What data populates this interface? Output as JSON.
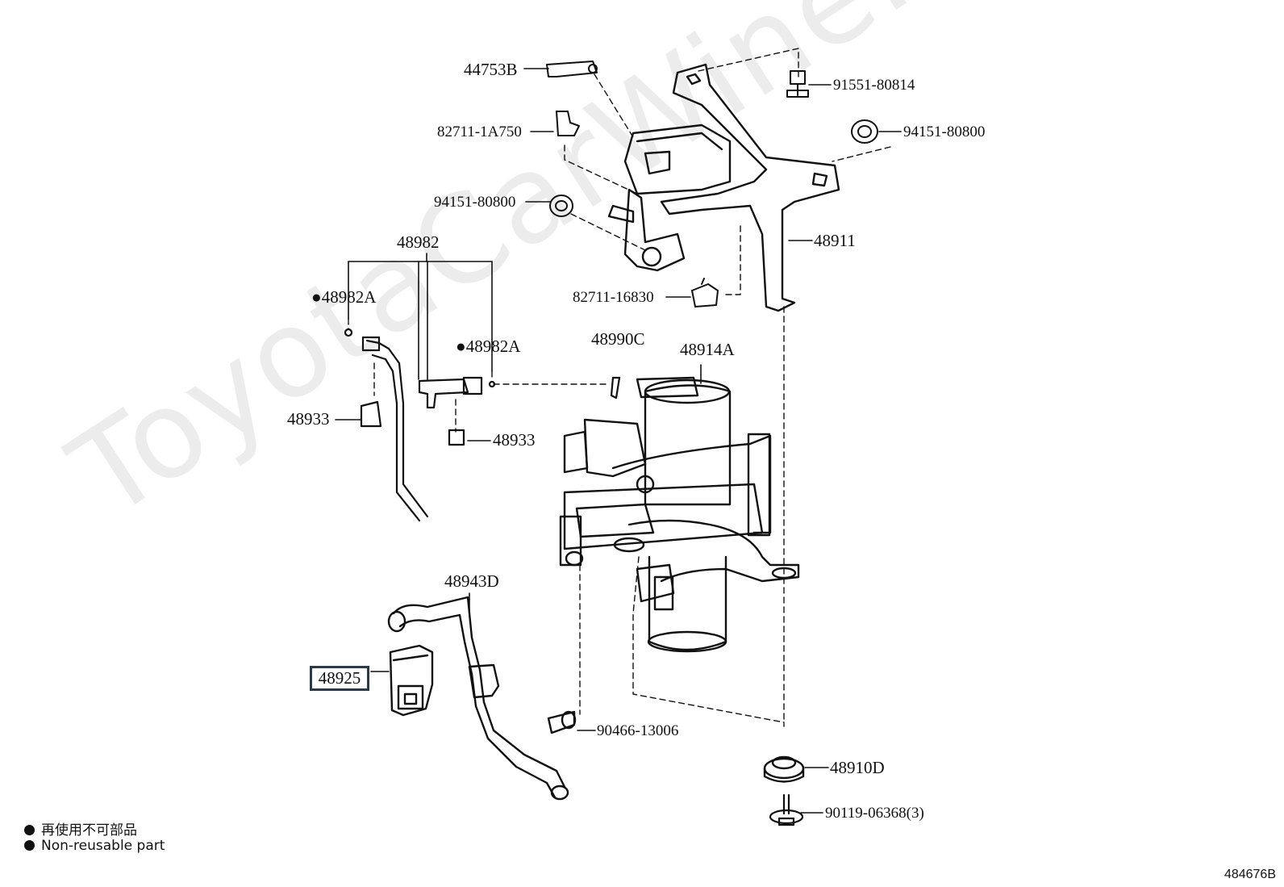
{
  "watermark": "ToyotaCarWine.ru",
  "highlighted_part": "48925",
  "labels": {
    "p44753B": "44753B",
    "p91551": "91551-80814",
    "p82711a": "82711-1A750",
    "p94151a": "94151-80800",
    "p94151b": "94151-80800",
    "p48911": "48911",
    "p48982": "48982",
    "p48982A_1": "48982A",
    "p48982A_2": "48982A",
    "p82711b": "82711-16830",
    "p48990C": "48990C",
    "p48914A": "48914A",
    "p48933_1": "48933",
    "p48933_2": "48933",
    "p48943D": "48943D",
    "p90466": "90466-13006",
    "p48910D": "48910D",
    "p90119": "90119-06368(3)"
  },
  "legend": {
    "jp": "再使用不可部品",
    "en": "Non-reusable part"
  },
  "figure_id": "484676B"
}
